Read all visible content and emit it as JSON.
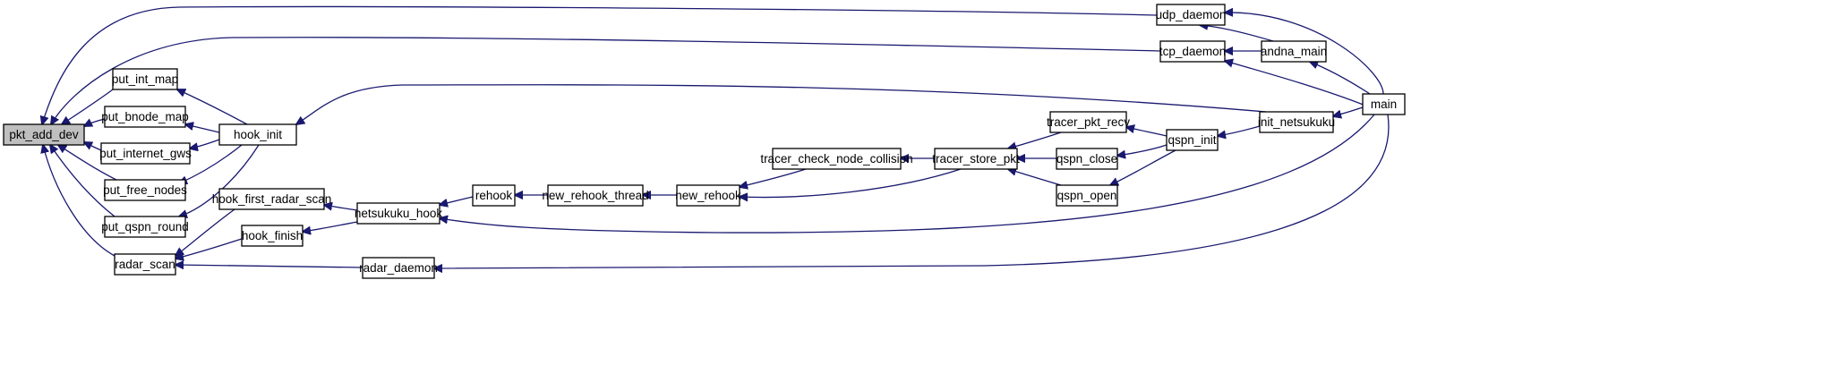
{
  "graph": {
    "nodes": [
      {
        "id": "pkt_add_dev",
        "label": "pkt_add_dev",
        "highlighted": true
      },
      {
        "id": "put_int_map",
        "label": "put_int_map"
      },
      {
        "id": "put_bnode_map",
        "label": "put_bnode_map"
      },
      {
        "id": "put_internet_gws",
        "label": "put_internet_gws"
      },
      {
        "id": "put_free_nodes",
        "label": "put_free_nodes"
      },
      {
        "id": "put_qspn_round",
        "label": "put_qspn_round"
      },
      {
        "id": "radar_scan",
        "label": "radar_scan"
      },
      {
        "id": "hook_init",
        "label": "hook_init"
      },
      {
        "id": "hook_first_radar_scan",
        "label": "hook_first_radar_scan"
      },
      {
        "id": "hook_finish",
        "label": "hook_finish"
      },
      {
        "id": "netsukuku_hook",
        "label": "netsukuku_hook"
      },
      {
        "id": "radar_daemon",
        "label": "radar_daemon"
      },
      {
        "id": "rehook",
        "label": "rehook"
      },
      {
        "id": "new_rehook_thread",
        "label": "new_rehook_thread"
      },
      {
        "id": "new_rehook",
        "label": "new_rehook"
      },
      {
        "id": "tracer_check_node_collision",
        "label": "tracer_check_node_collision"
      },
      {
        "id": "tracer_store_pkt",
        "label": "tracer_store_pkt"
      },
      {
        "id": "tracer_pkt_recv",
        "label": "tracer_pkt_recv"
      },
      {
        "id": "qspn_close",
        "label": "qspn_close"
      },
      {
        "id": "qspn_open",
        "label": "qspn_open"
      },
      {
        "id": "qspn_init",
        "label": "qspn_init"
      },
      {
        "id": "init_netsukuku",
        "label": "init_netsukuku"
      },
      {
        "id": "udp_daemon",
        "label": "udp_daemon"
      },
      {
        "id": "tcp_daemon",
        "label": "tcp_daemon"
      },
      {
        "id": "andna_main",
        "label": "andna_main"
      },
      {
        "id": "main",
        "label": "main"
      }
    ],
    "edges": [
      {
        "from": "udp_daemon",
        "to": "pkt_add_dev"
      },
      {
        "from": "tcp_daemon",
        "to": "pkt_add_dev"
      },
      {
        "from": "put_int_map",
        "to": "pkt_add_dev"
      },
      {
        "from": "put_bnode_map",
        "to": "pkt_add_dev"
      },
      {
        "from": "put_internet_gws",
        "to": "pkt_add_dev"
      },
      {
        "from": "put_free_nodes",
        "to": "pkt_add_dev"
      },
      {
        "from": "put_qspn_round",
        "to": "pkt_add_dev"
      },
      {
        "from": "radar_scan",
        "to": "pkt_add_dev"
      },
      {
        "from": "hook_init",
        "to": "put_int_map"
      },
      {
        "from": "hook_init",
        "to": "put_bnode_map"
      },
      {
        "from": "hook_init",
        "to": "put_internet_gws"
      },
      {
        "from": "hook_init",
        "to": "put_free_nodes"
      },
      {
        "from": "hook_init",
        "to": "put_qspn_round"
      },
      {
        "from": "hook_first_radar_scan",
        "to": "radar_scan"
      },
      {
        "from": "hook_finish",
        "to": "radar_scan"
      },
      {
        "from": "radar_daemon",
        "to": "radar_scan"
      },
      {
        "from": "init_netsukuku",
        "to": "hook_init"
      },
      {
        "from": "netsukuku_hook",
        "to": "hook_first_radar_scan"
      },
      {
        "from": "netsukuku_hook",
        "to": "hook_finish"
      },
      {
        "from": "rehook",
        "to": "netsukuku_hook"
      },
      {
        "from": "main",
        "to": "netsukuku_hook"
      },
      {
        "from": "main",
        "to": "radar_daemon"
      },
      {
        "from": "new_rehook_thread",
        "to": "rehook"
      },
      {
        "from": "new_rehook",
        "to": "new_rehook_thread"
      },
      {
        "from": "tracer_check_node_collision",
        "to": "new_rehook"
      },
      {
        "from": "tracer_store_pkt",
        "to": "new_rehook"
      },
      {
        "from": "tracer_store_pkt",
        "to": "tracer_check_node_collision"
      },
      {
        "from": "tracer_pkt_recv",
        "to": "tracer_store_pkt"
      },
      {
        "from": "qspn_close",
        "to": "tracer_store_pkt"
      },
      {
        "from": "qspn_open",
        "to": "tracer_store_pkt"
      },
      {
        "from": "qspn_init",
        "to": "tracer_pkt_recv"
      },
      {
        "from": "qspn_init",
        "to": "qspn_close"
      },
      {
        "from": "qspn_init",
        "to": "qspn_open"
      },
      {
        "from": "init_netsukuku",
        "to": "qspn_init"
      },
      {
        "from": "main",
        "to": "init_netsukuku"
      },
      {
        "from": "main",
        "to": "udp_daemon"
      },
      {
        "from": "main",
        "to": "tcp_daemon"
      },
      {
        "from": "andna_main",
        "to": "udp_daemon"
      },
      {
        "from": "andna_main",
        "to": "tcp_daemon"
      },
      {
        "from": "main",
        "to": "andna_main"
      }
    ]
  },
  "colors": {
    "edge": "#191970",
    "node_border": "#000000",
    "node_fill": "#ffffff",
    "highlight_fill": "#bfbfbf"
  }
}
